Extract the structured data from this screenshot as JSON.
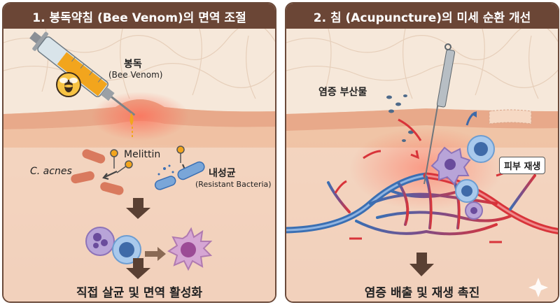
{
  "panel1": {
    "title": "1. 봉독약침 (Bee Venom)의 면역 조절",
    "label_venom": "봉독",
    "label_venom_sub": "(Bee Venom)",
    "label_melittin": "Melittin",
    "label_cacnes": "C. acnes",
    "label_resistant": "내성균",
    "label_resistant_sub": "(Resistant Bacteria)",
    "bottom": "직접 살균 및 면역 활성화"
  },
  "panel2": {
    "title": "2. 침 (Acupuncture)의 미세 순환 개선",
    "label_byproducts": "염증 부산물",
    "label_regeneration": "피부 재생",
    "bottom": "염증 배출 및 재생 촉진"
  },
  "colors": {
    "header": "#6b4636",
    "artery": "#d8343a",
    "vein": "#3a6fb3",
    "venom": "#f2a51d"
  },
  "icons": [
    "syringe-icon",
    "bee-icon",
    "acupuncture-needle-icon",
    "down-arrow-icon",
    "sparkle-icon"
  ]
}
